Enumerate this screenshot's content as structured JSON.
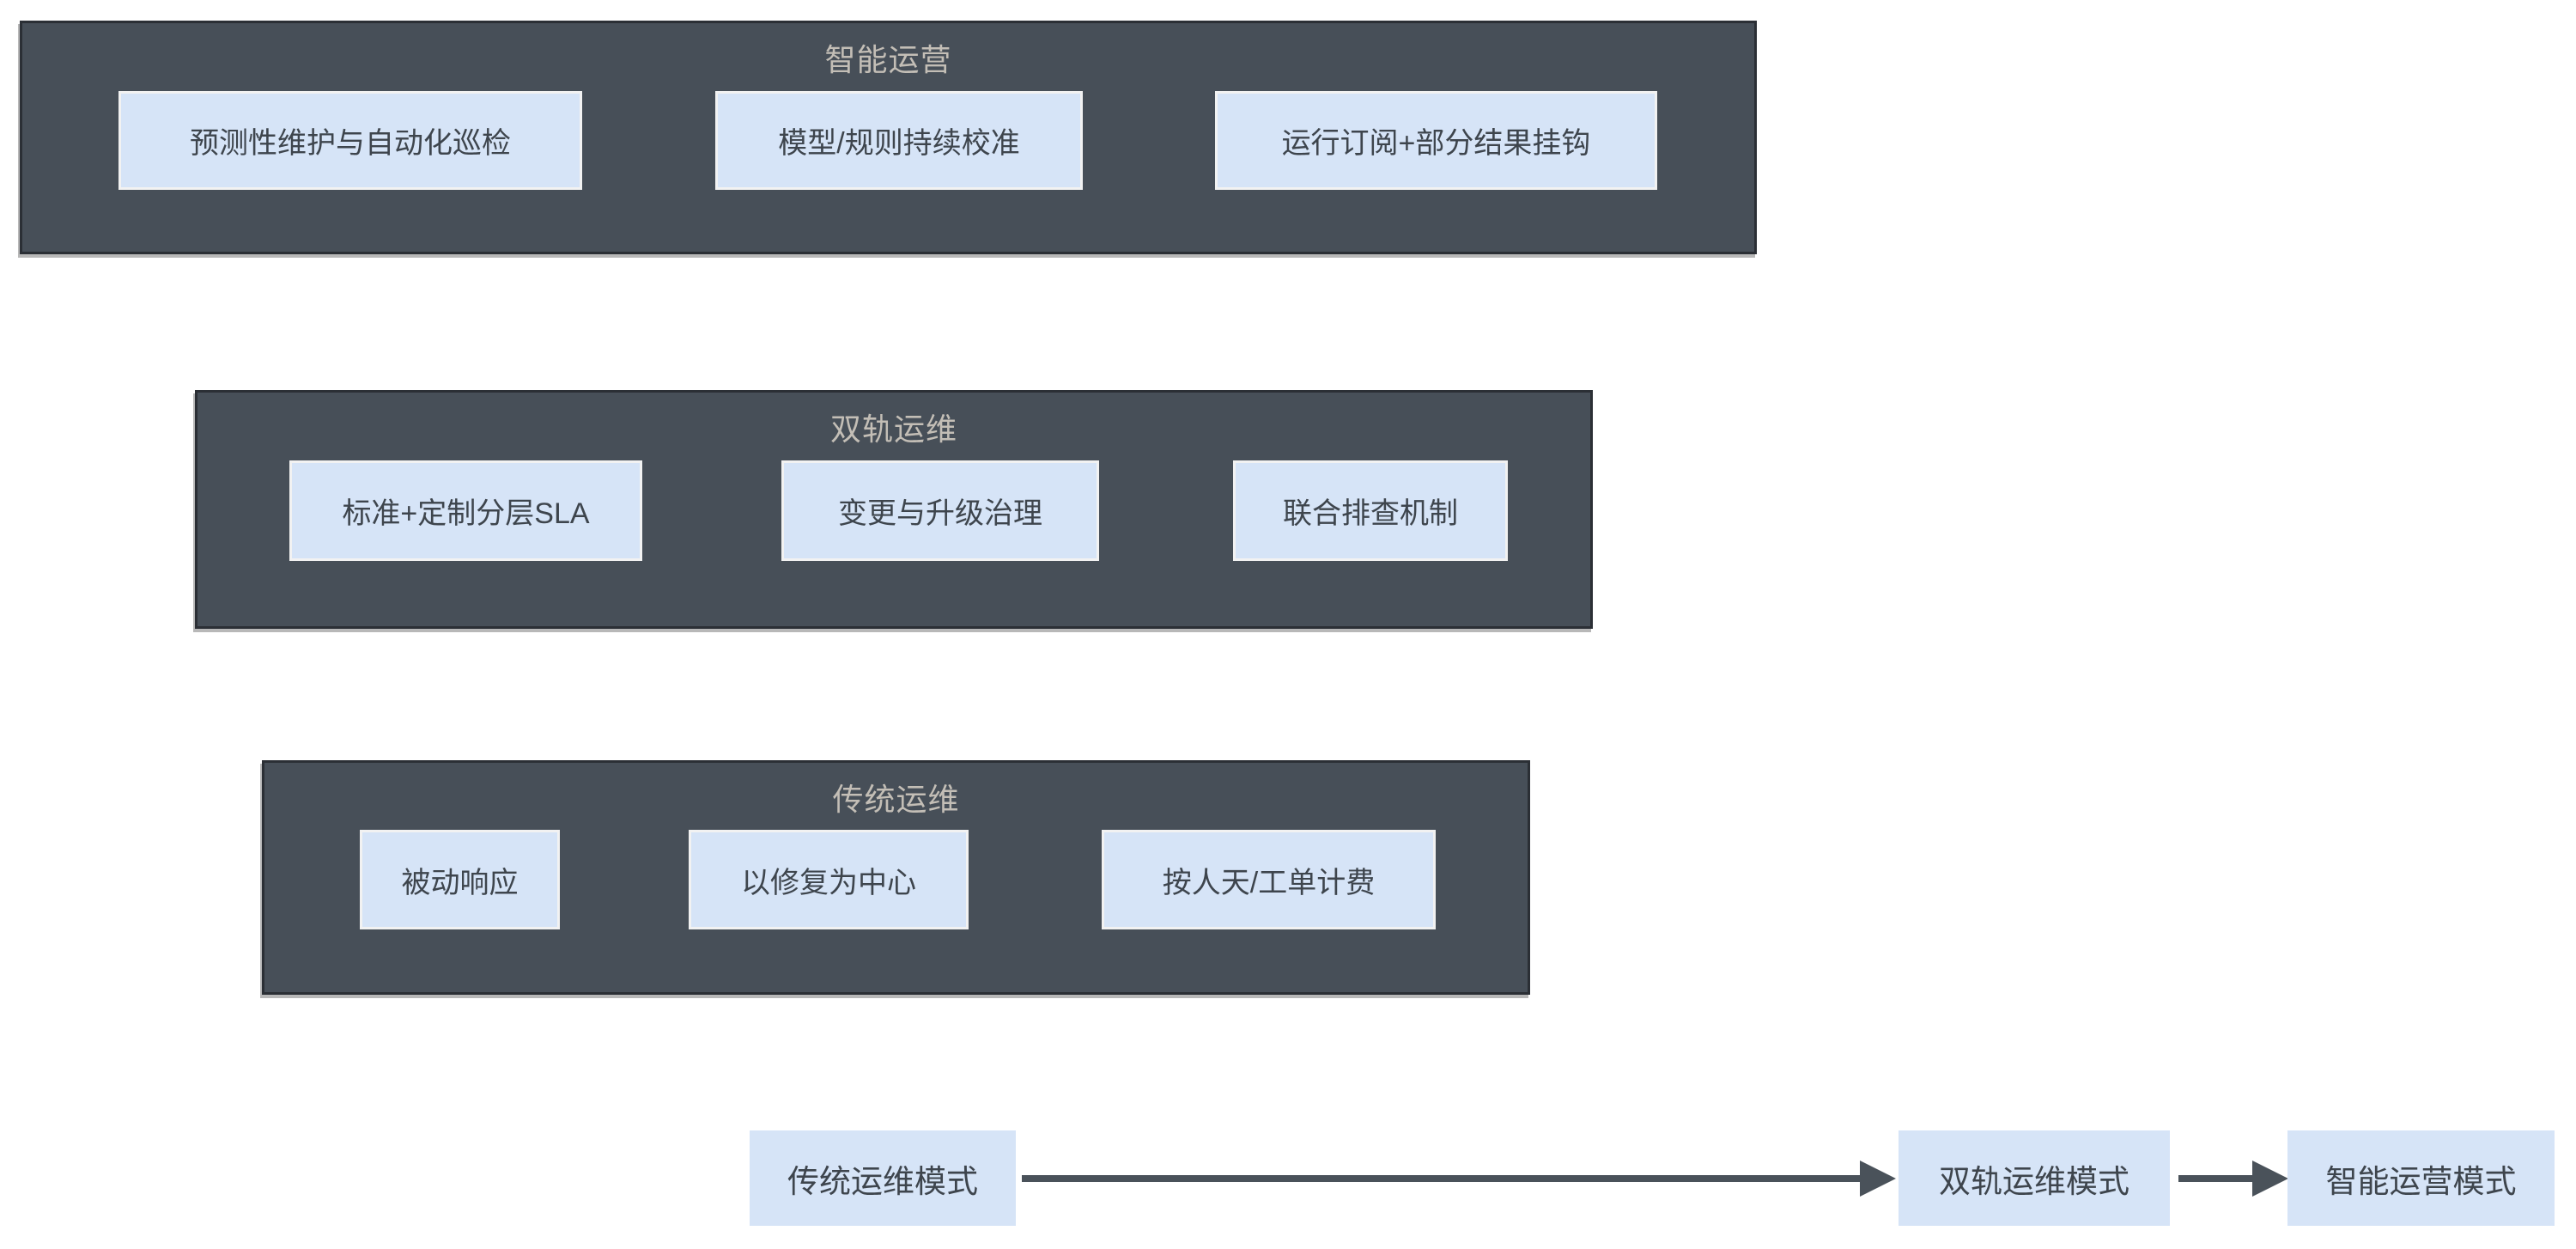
{
  "colors": {
    "background": "#FFFFFF",
    "group_fill": "#474F58",
    "group_border": "#2B2F35",
    "item_fill": "#D6E4F7",
    "item_border": "#F2F2F2",
    "item_text": "#3E454D",
    "title_text": "#C3BEB6",
    "arrow": "#4A525A"
  },
  "groups": [
    {
      "title": "智能运营",
      "items": [
        "预测性维护与自动化巡检",
        "模型/规则持续校准",
        "运行订阅+部分结果挂钩"
      ]
    },
    {
      "title": "双轨运维",
      "items": [
        "标准+定制分层SLA",
        "变更与升级治理",
        "联合排查机制"
      ]
    },
    {
      "title": "传统运维",
      "items": [
        "被动响应",
        "以修复为中心",
        "按人天/工单计费"
      ]
    }
  ],
  "flow": {
    "stages": [
      "传统运维模式",
      "双轨运维模式",
      "智能运营模式"
    ]
  }
}
